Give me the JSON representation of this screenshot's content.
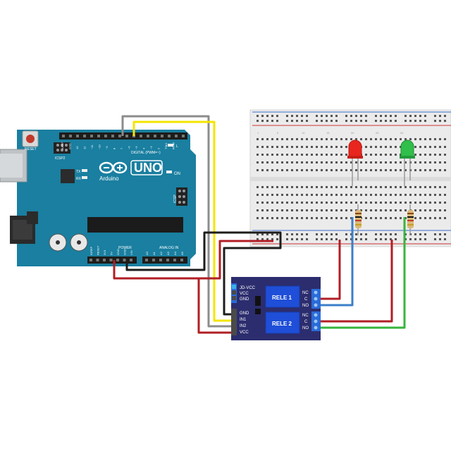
{
  "arduino": {
    "reset_label": "RESET",
    "icsp2_label": "ICSP2",
    "icsp_label": "ICSP",
    "brand": "UNO",
    "logo_text": "Arduino",
    "tx_label": "TX",
    "rx_label": "RX",
    "on_label": "ON",
    "digital_label": "DIGITAL (PWM=~)",
    "power_label": "POWER",
    "analog_label": "ANALOG IN",
    "l_label": "L",
    "digital_pins": [
      "AREF",
      "GND",
      "13",
      "12",
      "~11",
      "~10",
      "~9",
      "8",
      "7",
      "~6",
      "~5",
      "4",
      "~3",
      "2",
      "TX▸1",
      "RX◂0"
    ],
    "power_pins": [
      "IOREF",
      "RESET",
      "3V3",
      "5V",
      "GND",
      "GND",
      "VIN"
    ],
    "analog_pins": [
      "A0",
      "A1",
      "A2",
      "A3",
      "A4",
      "A5"
    ]
  },
  "relay": {
    "left_top_pins": [
      "JD-VCC",
      "VCC",
      "GND"
    ],
    "left_bottom_pins": [
      "GND",
      "IN1",
      "IN2",
      "VCC"
    ],
    "relay1_label": "RELE 1",
    "relay2_label": "RELE 2",
    "right_pins_1": [
      "NC",
      "C",
      "NO"
    ],
    "right_pins_2": [
      "NC",
      "C",
      "NO"
    ]
  },
  "breadboard": {
    "col_numbers": [
      "1",
      "5",
      "10",
      "15",
      "20",
      "25",
      "30"
    ]
  },
  "leds": [
    {
      "color_name": "red",
      "color": "#e8261e"
    },
    {
      "color_name": "green",
      "color": "#2fbf4a"
    }
  ],
  "wire_colors": {
    "red": "#b11e24",
    "black": "#1d1d1b",
    "yellow": "#f5e400",
    "gray": "#8c8c8c",
    "blue": "#3a7fc8",
    "green": "#37b53b"
  },
  "colors": {
    "board": "#1a7fa0",
    "relay_board": "#2c2d6e",
    "relay_block": "#1f4fd8"
  }
}
